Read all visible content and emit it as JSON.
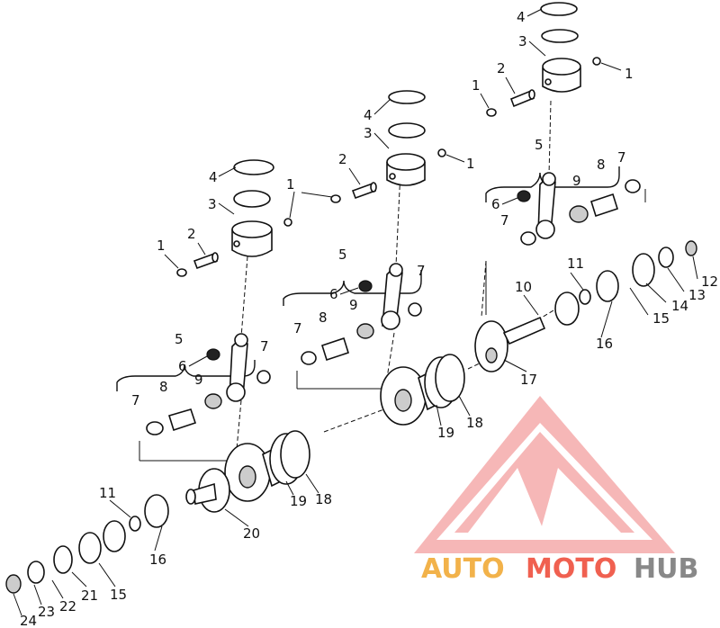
{
  "diagram": {
    "callouts": {
      "c1a": "1",
      "c2a": "2",
      "c3a": "3",
      "c4a": "4",
      "c1b": "1",
      "c2b": "2",
      "c3b": "3",
      "c4b": "4",
      "c1c": "1",
      "c1d": "1",
      "c2c": "2",
      "c3c": "3",
      "c4c": "4",
      "c1e": "1",
      "c5a": "5",
      "c6a": "6",
      "c7a": "7",
      "c7b": "7",
      "c8a": "8",
      "c9a": "9",
      "c5b": "5",
      "c6b": "6",
      "c7c": "7",
      "c7d": "7",
      "c8b": "8",
      "c9b": "9",
      "c5c": "5",
      "c6c": "6",
      "c7e": "7",
      "c7f": "7",
      "c8c": "8",
      "c9c": "9",
      "c10": "10",
      "c11a": "11",
      "c12": "12",
      "c13": "13",
      "c14": "14",
      "c15a": "15",
      "c16a": "16",
      "c17": "17",
      "c18a": "18",
      "c19a": "19",
      "c18b": "18",
      "c19b": "19",
      "c20": "20",
      "c11b": "11",
      "c16b": "16",
      "c15b": "15",
      "c21": "21",
      "c22": "22",
      "c23": "23",
      "c24": "24"
    }
  },
  "watermark": {
    "brand_part1": "AUTO",
    "brand_part2": "MOTO",
    "brand_part3": "HUB",
    "color_accent": "#f0a020",
    "color_red": "#e8483c",
    "color_grey": "#555555"
  }
}
